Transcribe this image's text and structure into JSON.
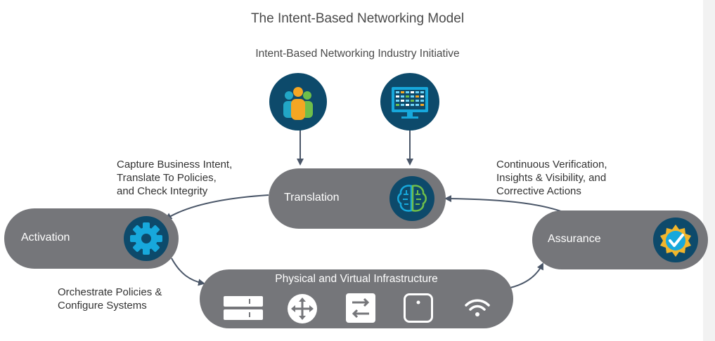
{
  "title": "The Intent-Based Networking Model",
  "subtitle": "Intent-Based Networking Industry Initiative",
  "nodes": {
    "translation": "Translation",
    "activation": "Activation",
    "assurance": "Assurance",
    "infrastructure": "Physical and Virtual Infrastructure"
  },
  "annotations": {
    "capture": "Capture Business Intent,\nTranslate To Policies,\nand Check Integrity",
    "verification": "Continuous Verification,\nInsights & Visibility, and\nCorrective Actions",
    "orchestrate": "Orchestrate Policies &\nConfigure Systems"
  },
  "icons": {
    "top_left": "people-group-icon",
    "top_right": "dashboard-monitor-icon",
    "translation": "brain-icon",
    "activation": "gear-icon",
    "assurance": "verified-badge-icon",
    "infra": [
      "server-icon",
      "router-icon",
      "switch-icon",
      "access-point-icon",
      "wifi-icon"
    ]
  },
  "colors": {
    "pill": "#75767a",
    "icon_dark": "#0d4a6b",
    "accent_blue": "#17a8dc",
    "badge_gold": "#f1b62b",
    "arrow": "#4a5668"
  }
}
